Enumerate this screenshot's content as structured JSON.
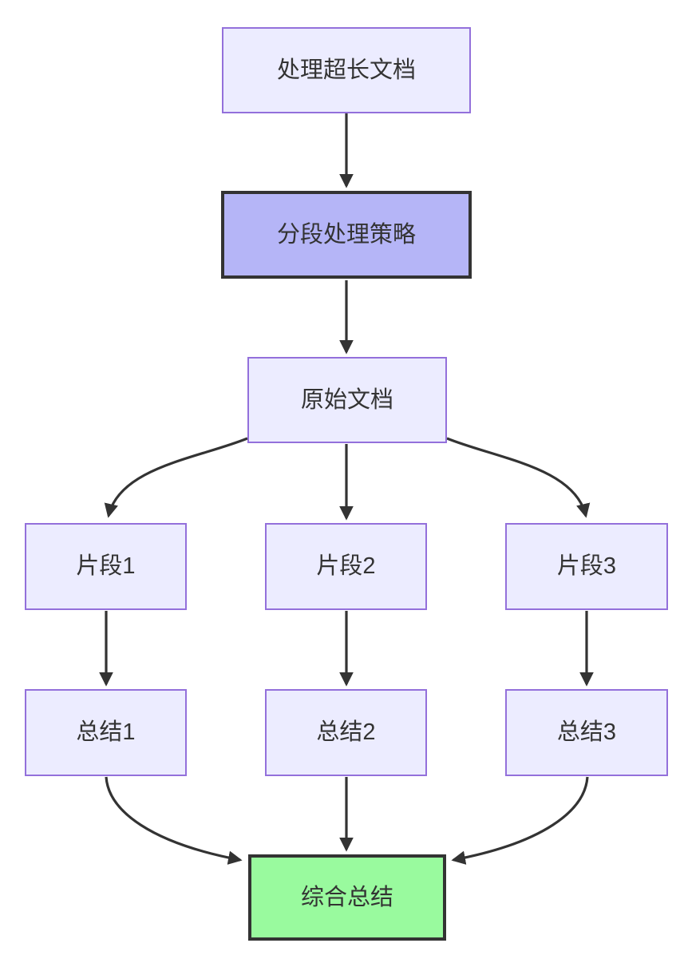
{
  "diagram": {
    "type": "flowchart",
    "direction": "top-down",
    "nodes": [
      {
        "id": "A",
        "label": "处理超长文档",
        "kind": "default"
      },
      {
        "id": "B",
        "label": "分段处理策略",
        "kind": "highlight"
      },
      {
        "id": "C",
        "label": "原始文档",
        "kind": "default"
      },
      {
        "id": "D1",
        "label": "片段1",
        "kind": "default"
      },
      {
        "id": "D2",
        "label": "片段2",
        "kind": "default"
      },
      {
        "id": "D3",
        "label": "片段3",
        "kind": "default"
      },
      {
        "id": "E1",
        "label": "总结1",
        "kind": "default"
      },
      {
        "id": "E2",
        "label": "总结2",
        "kind": "default"
      },
      {
        "id": "E3",
        "label": "总结3",
        "kind": "default"
      },
      {
        "id": "F",
        "label": "综合总结",
        "kind": "result"
      }
    ],
    "edges": [
      {
        "from": "处理超长文档",
        "to": "分段处理策略"
      },
      {
        "from": "分段处理策略",
        "to": "原始文档"
      },
      {
        "from": "原始文档",
        "to": "片段1"
      },
      {
        "from": "原始文档",
        "to": "片段2"
      },
      {
        "from": "原始文档",
        "to": "片段3"
      },
      {
        "from": "片段1",
        "to": "总结1"
      },
      {
        "from": "片段2",
        "to": "总结2"
      },
      {
        "from": "片段3",
        "to": "总结3"
      },
      {
        "from": "总结1",
        "to": "综合总结"
      },
      {
        "from": "总结2",
        "to": "综合总结"
      },
      {
        "from": "总结3",
        "to": "综合总结"
      }
    ],
    "colors": {
      "background": "#FFFFFF",
      "node_fill": "#ECECFF",
      "node_border": "#9370DB",
      "highlight_fill": "#B5B5F7",
      "highlight_border": "#333333",
      "result_fill": "#99FA9E",
      "result_border": "#333333",
      "edge": "#333333",
      "text": "#333333"
    }
  }
}
